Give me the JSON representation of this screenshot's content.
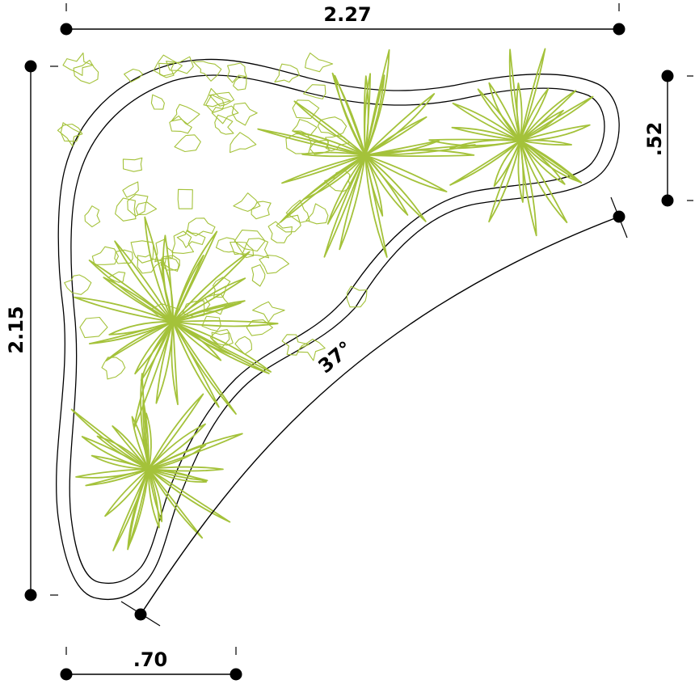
{
  "dimensions": {
    "top_width": "2.27",
    "left_height": "2.15",
    "right_width": ".52",
    "bottom_width": ".70",
    "angle": "37°"
  },
  "colors": {
    "plant": "#a4c23a",
    "line": "#000000",
    "background": "#ffffff"
  },
  "plants": [
    {
      "name": "plant-top-center",
      "rays": 26
    },
    {
      "name": "plant-top-right",
      "rays": 24
    },
    {
      "name": "plant-middle-left",
      "rays": 28
    },
    {
      "name": "plant-bottom-left",
      "rays": 26
    }
  ]
}
